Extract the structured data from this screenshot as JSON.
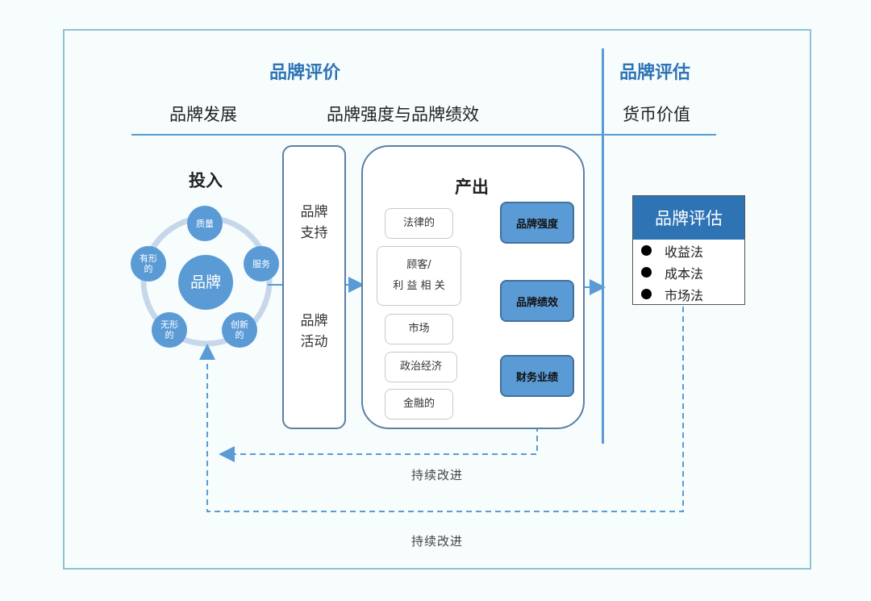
{
  "header": {
    "brand_evaluation": "品牌评价",
    "brand_assessment": "品牌评估",
    "brand_development": "品牌发展",
    "strength_performance": "品牌强度与品牌绩效",
    "monetary_value": "货币价值"
  },
  "input": {
    "title": "投入",
    "center": "品牌",
    "nodes": [
      "质量",
      "服务",
      "创新\n的",
      "无形\n的",
      "有形\n的"
    ]
  },
  "support": {
    "top": "品牌\n支持",
    "bottom": "品牌\n活动"
  },
  "output": {
    "title": "产出",
    "factors": [
      "法律的",
      "顾客/\n利 益 相 关",
      "市场",
      "政治经济",
      "金融的"
    ],
    "results": [
      "品牌强度",
      "品牌绩效",
      "财务业绩"
    ]
  },
  "evaluation": {
    "title": "品牌评估",
    "methods": [
      "收益法",
      "成本法",
      "市场法"
    ]
  },
  "feedback": {
    "inner": "持续改进",
    "outer": "持续改进"
  },
  "colors": {
    "accent": "#5b9bd5",
    "dark_blue": "#2e74b5",
    "frame": "#8fc3d4"
  }
}
